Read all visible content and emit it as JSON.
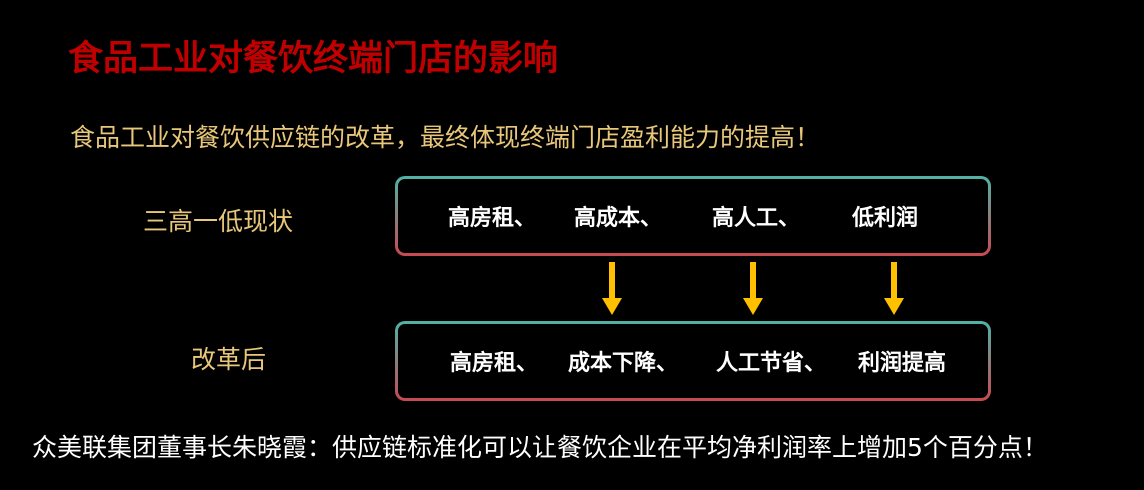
{
  "title": "食品工业对餐饮终端门店的影响",
  "subtitle": "食品工业对餐饮供应链的改革，最终体现终端门店盈利能力的提高！",
  "status_quo": {
    "label": "三高一低现状",
    "items": [
      "高房租、",
      "高成本、",
      "高人工、",
      "低利润"
    ]
  },
  "after_reform": {
    "label": "改革后",
    "items": [
      "高房租、",
      "成本下降、",
      "人工节省、",
      "利润提高"
    ]
  },
  "footer": "众美联集团董事长朱晓霞：供应链标准化可以让餐饮企业在平均净利润率上增加5个百分点！",
  "colors": {
    "title": "#c00000",
    "label": "#e8c77a",
    "arrow": "#ffc000",
    "border_top": "#4fb3a6",
    "border_bottom": "#c84a50"
  },
  "icons": [
    "arrow-down-icon",
    "arrow-down-icon",
    "arrow-down-icon"
  ]
}
